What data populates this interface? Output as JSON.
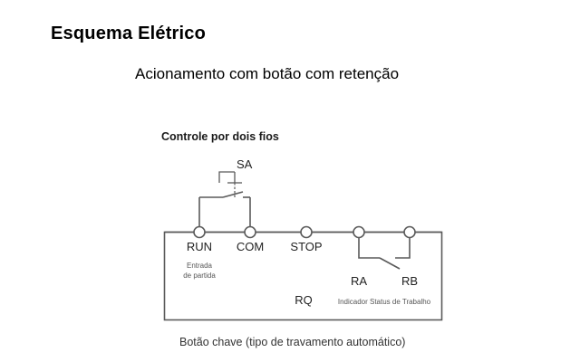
{
  "slide": {
    "title": "Esquema Elétrico",
    "subtitle": "Acionamento com botão com retenção",
    "bullet_icon": "hamburger-bullet-icon",
    "accent_color": "#e3b727",
    "wire_color": "#5a5a5a",
    "background": "#ffffff"
  },
  "diagram": {
    "caption_top": "Controle por dois fios",
    "caption_bottom": "Botão chave (tipo de travamento automático)",
    "switch": {
      "label": "SA",
      "type": "latching-pushbutton",
      "state": "open"
    },
    "terminals": [
      {
        "id": "run",
        "label": "RUN",
        "sub_line1": "Entrada",
        "sub_line2": "de partida"
      },
      {
        "id": "com",
        "label": "COM",
        "sub_line1": "",
        "sub_line2": ""
      },
      {
        "id": "stop",
        "label": "STOP",
        "sub_line1": "",
        "sub_line2": ""
      },
      {
        "id": "ra",
        "label": "RA",
        "sub_line1": "",
        "sub_line2": ""
      },
      {
        "id": "rb",
        "label": "RB",
        "sub_line1": "",
        "sub_line2": ""
      }
    ],
    "annotations": {
      "rq": "RQ",
      "status_note": "Indicador Status de Trabalho"
    }
  }
}
